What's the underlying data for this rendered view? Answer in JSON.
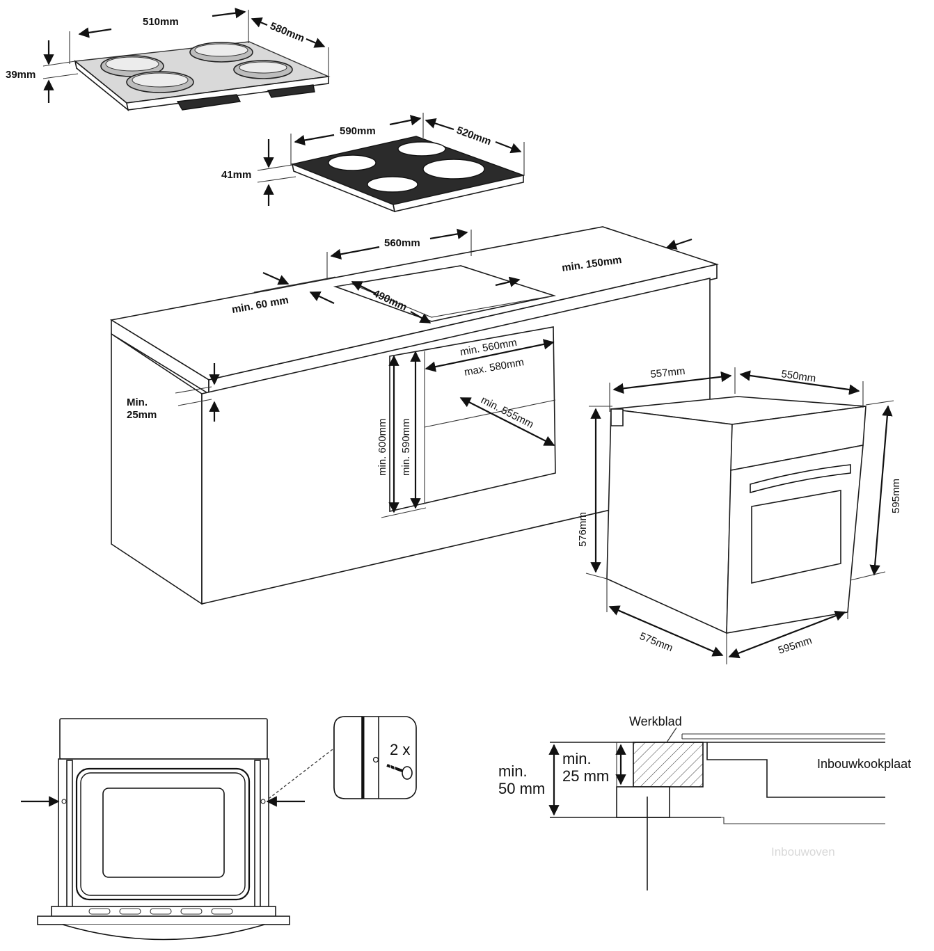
{
  "hob_electric": {
    "width": "510mm",
    "depth": "580mm",
    "height": "39mm"
  },
  "hob_ceramic": {
    "width": "590mm",
    "depth": "520mm",
    "height": "41mm"
  },
  "cabinet": {
    "cutout_width": "560mm",
    "cutout_depth": "490mm",
    "front_margin": "min. 60 mm",
    "rear_margin": "min. 150mm",
    "worktop_thickness_1": "Min.",
    "worktop_thickness_2": "25mm",
    "niche_width_min": "min. 560mm",
    "niche_width_max": "max. 580mm",
    "niche_depth": "min. 555mm",
    "niche_height_outer": "min. 600mm",
    "niche_height_inner": "min. 590mm"
  },
  "oven": {
    "top_width": "557mm",
    "top_depth": "550mm",
    "body_height": "576mm",
    "front_height": "595mm",
    "bottom_depth": "575mm",
    "bottom_width": "595mm"
  },
  "mounting": {
    "screw_count": "2 x"
  },
  "section": {
    "worktop_label": "Werkblad",
    "hob_label": "Inbouwkookplaat",
    "oven_label": "Inbouwoven",
    "clearance_1": "min.",
    "clearance_2": "50 mm",
    "worktop_min_1": "min.",
    "worktop_min_2": "25 mm"
  }
}
